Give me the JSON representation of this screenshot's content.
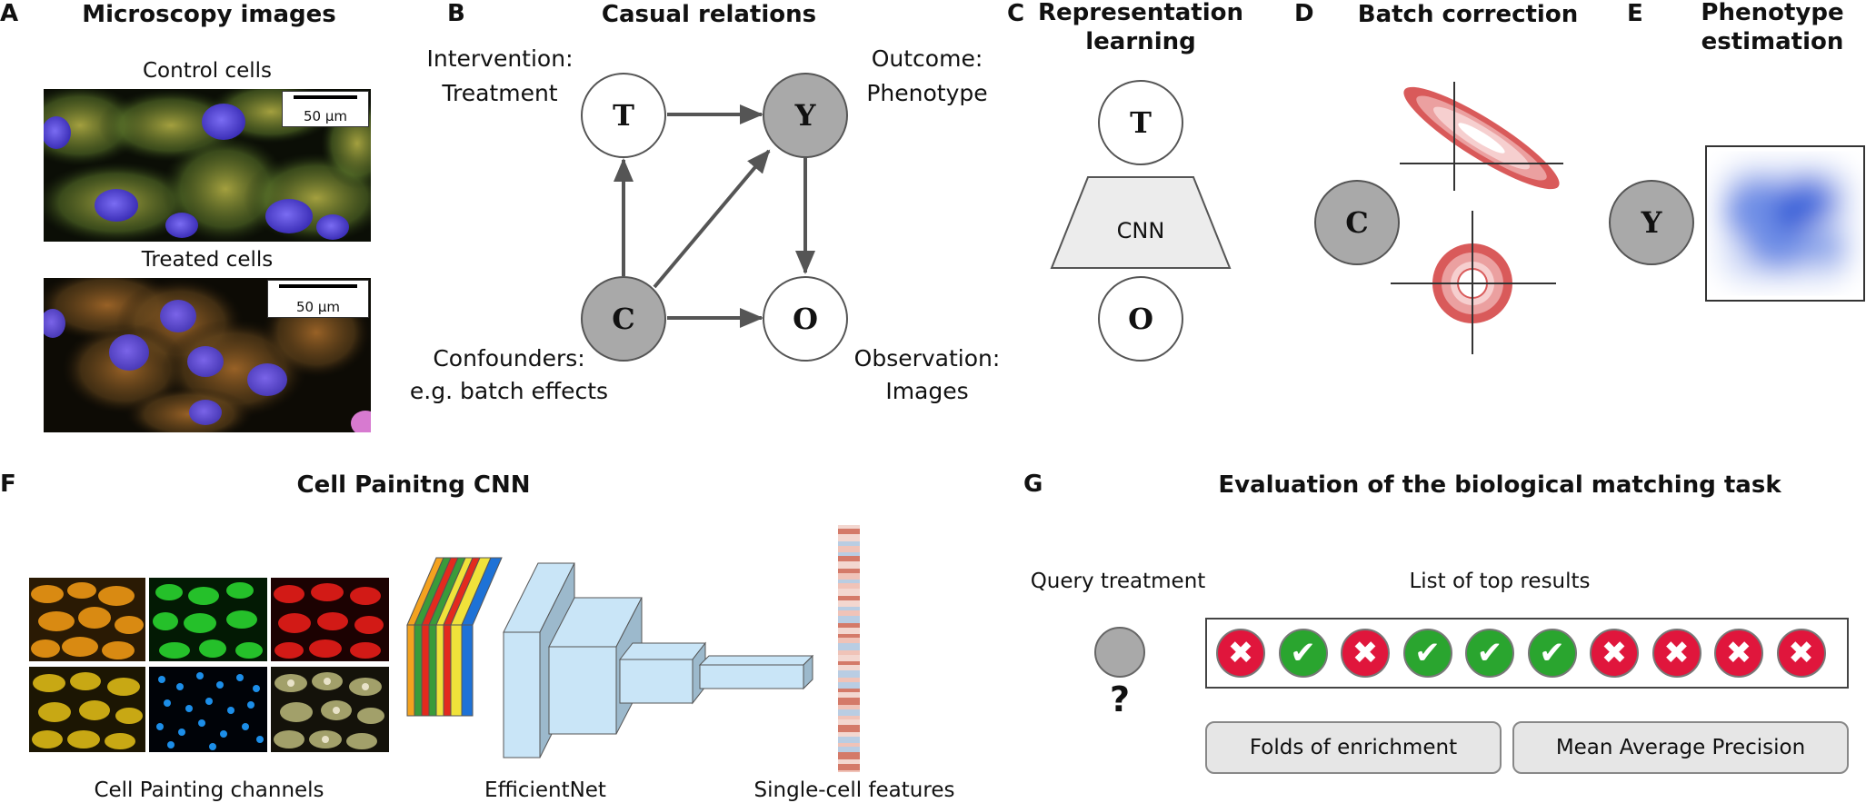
{
  "panels": {
    "A": {
      "label": "A",
      "title": "Microscopy images",
      "control_label": "Control cells",
      "treated_label": "Treated cells",
      "scale_text": "50 μm"
    },
    "B": {
      "label": "B",
      "title": "Casual relations",
      "intervention": [
        "Intervention:",
        "Treatment"
      ],
      "outcome": [
        "Outcome:",
        "Phenotype"
      ],
      "confounders": [
        "Confounders:",
        "e.g. batch effects"
      ],
      "observation": [
        "Observation:",
        "Images"
      ],
      "nodes": {
        "T": "T",
        "Y": "Y",
        "C": "C",
        "O": "O"
      }
    },
    "C": {
      "label": "C",
      "title": [
        "Representation",
        "learning"
      ],
      "node_top": "T",
      "node_bottom": "O",
      "cnn_label": "CNN"
    },
    "D": {
      "label": "D",
      "title": "Batch correction",
      "node": "C"
    },
    "E": {
      "label": "E",
      "title": [
        "Phenotype",
        "estimation"
      ],
      "node": "Y"
    },
    "F": {
      "label": "F",
      "title": "Cell Painitng CNN",
      "captions": {
        "channels": "Cell Painting channels",
        "network": "EfficientNet",
        "features": "Single-cell features"
      }
    },
    "G": {
      "label": "G",
      "title": "Evaluation of the biological matching task",
      "query_label": "Query treatment",
      "query_mark": "?",
      "results_label": "List of top results",
      "results": [
        "bad",
        "good",
        "bad",
        "good",
        "good",
        "good",
        "bad",
        "bad",
        "bad",
        "bad"
      ],
      "metric_1": "Folds of enrichment",
      "metric_2": "Mean Average Precision"
    }
  },
  "colors": {
    "node_grey": "#a9a9a9",
    "bad": "#e0163c",
    "good": "#2aa52f",
    "arrow": "#555555",
    "metric_bg": "#e6e6e6"
  },
  "icons": {
    "bad": "cross-icon",
    "good": "check-icon"
  }
}
